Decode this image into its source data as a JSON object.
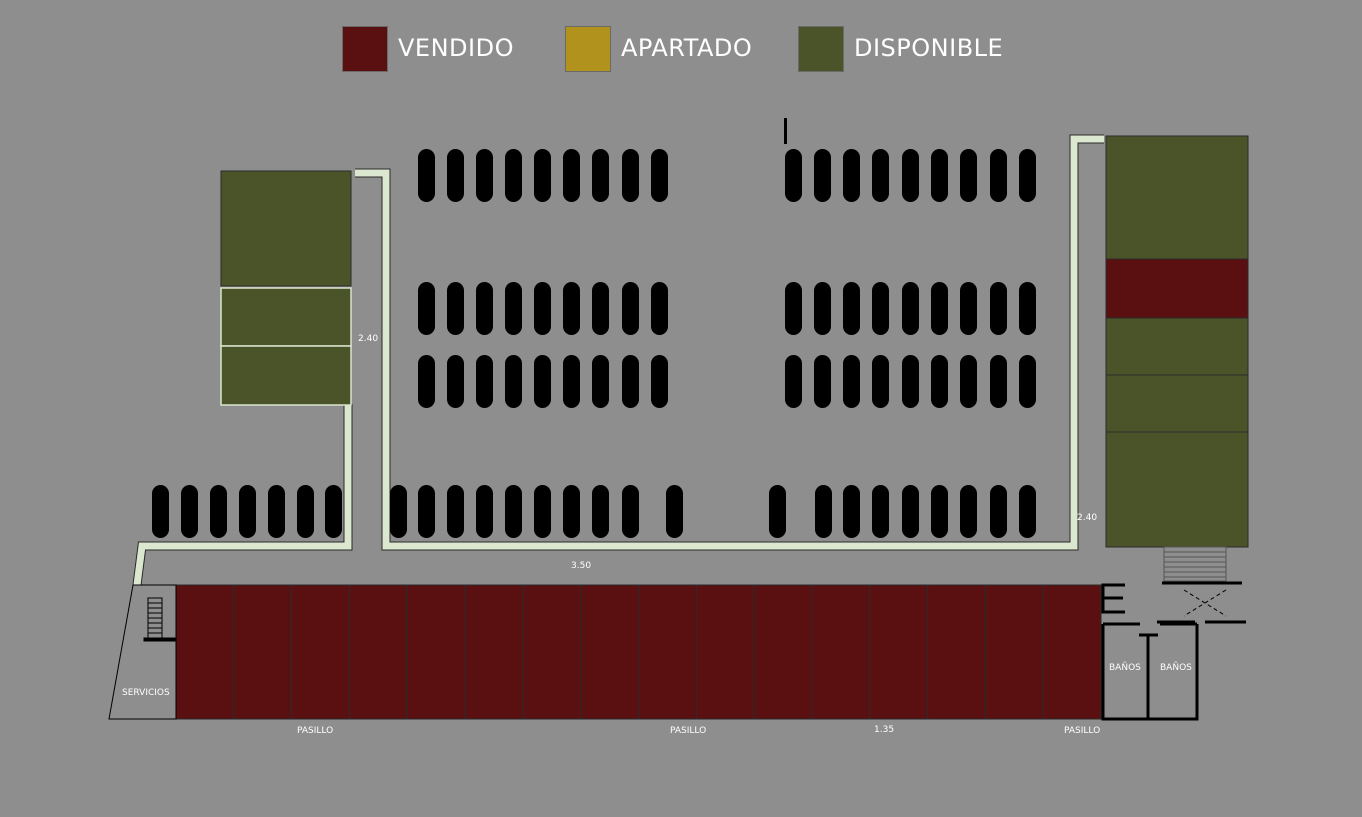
{
  "legend": {
    "items": [
      {
        "label": "VENDIDO",
        "color": "#5a0f10"
      },
      {
        "label": "APARTADO",
        "color": "#b0921c"
      },
      {
        "label": "DISPONIBLE",
        "color": "#4b5429"
      }
    ]
  },
  "colors": {
    "background": "#8e8e8e",
    "vendido": "#5a0f10",
    "apartado": "#b0921c",
    "disponible": "#4b5429",
    "corridor": "#dbe8cf"
  },
  "units": {
    "left_block": [
      "DISPONIBLE",
      "DISPONIBLE",
      "DISPONIBLE"
    ],
    "right_block": [
      "DISPONIBLE",
      "VENDIDO",
      "DISPONIBLE",
      "DISPONIBLE",
      "DISPONIBLE"
    ],
    "bottom_row": [
      "VENDIDO",
      "VENDIDO",
      "VENDIDO",
      "VENDIDO",
      "VENDIDO",
      "VENDIDO",
      "VENDIDO",
      "VENDIDO",
      "VENDIDO",
      "VENDIDO",
      "VENDIDO",
      "VENDIDO",
      "VENDIDO",
      "VENDIDO",
      "VENDIDO",
      "VENDIDO"
    ]
  },
  "labels": {
    "dim_240_left": "2.40",
    "dim_240_right": "2.40",
    "dim_350": "3.50",
    "dim_135": "1.35",
    "servicios": "SERVICIOS",
    "banos_1": "BAÑOS",
    "banos_2": "BAÑOS",
    "pasillo_1": "PASILLO",
    "pasillo_2": "PASILLO",
    "pasillo_3": "PASILLO"
  }
}
